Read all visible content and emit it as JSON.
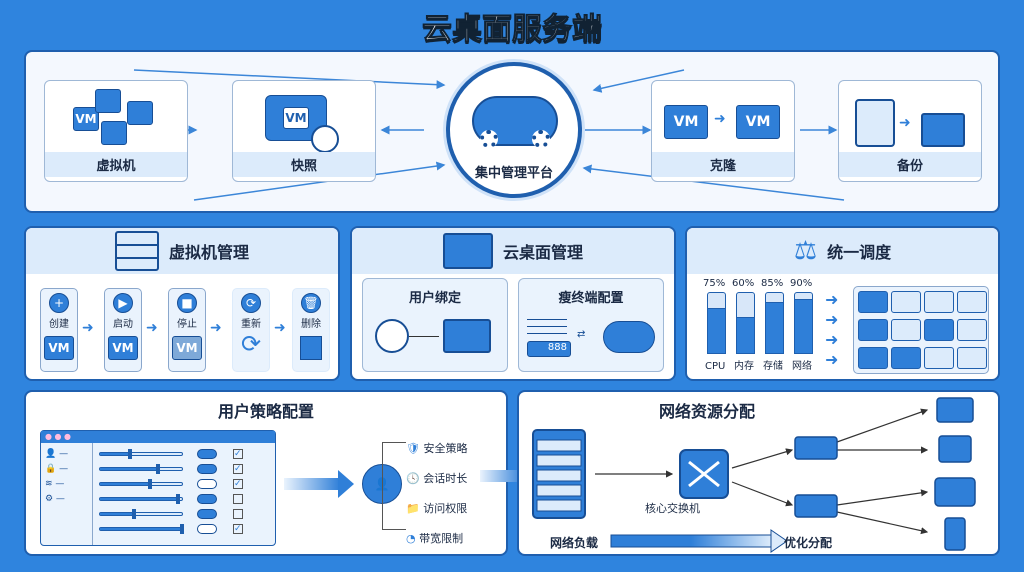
{
  "title": "云桌面服务端",
  "top": {
    "center": "集中管理平台",
    "items": [
      {
        "label": "虚拟机"
      },
      {
        "label": "快照"
      },
      {
        "label": "克隆"
      },
      {
        "label": "备份"
      }
    ],
    "vm_text": "VM"
  },
  "vm_mgmt": {
    "title": "虚拟机管理",
    "steps": [
      {
        "label": "创建"
      },
      {
        "label": "启动"
      },
      {
        "label": "停止"
      },
      {
        "label": "重新"
      },
      {
        "label": "删除"
      }
    ]
  },
  "desktop_mgmt": {
    "title": "云桌面管理",
    "user_binding": "用户绑定",
    "thin_client": "瘦终端配置",
    "display_digits": "888"
  },
  "scheduling": {
    "title": "统一调度",
    "resources": [
      {
        "name": "CPU",
        "percent": 75
      },
      {
        "name": "内存",
        "percent": 60
      },
      {
        "name": "存储",
        "percent": 85
      },
      {
        "name": "网络",
        "percent": 90
      }
    ]
  },
  "policy": {
    "title": "用户策略配置",
    "items": [
      "安全策略",
      "会话时长",
      "访问权限",
      "带宽限制"
    ],
    "sliders": [
      0.35,
      0.7,
      0.6,
      0.95,
      0.4,
      1.0
    ],
    "toggles": [
      true,
      true,
      false,
      true,
      true,
      false
    ],
    "checks": [
      true,
      true,
      true,
      false,
      false,
      true
    ]
  },
  "network": {
    "title": "网络资源分配",
    "switch": "核心交换机",
    "load": "网络负载",
    "optimized": "优化分配"
  },
  "colors": {
    "bg": "#2f84de",
    "accent": "#2f7fd8",
    "panel": "#f4f8fe"
  }
}
